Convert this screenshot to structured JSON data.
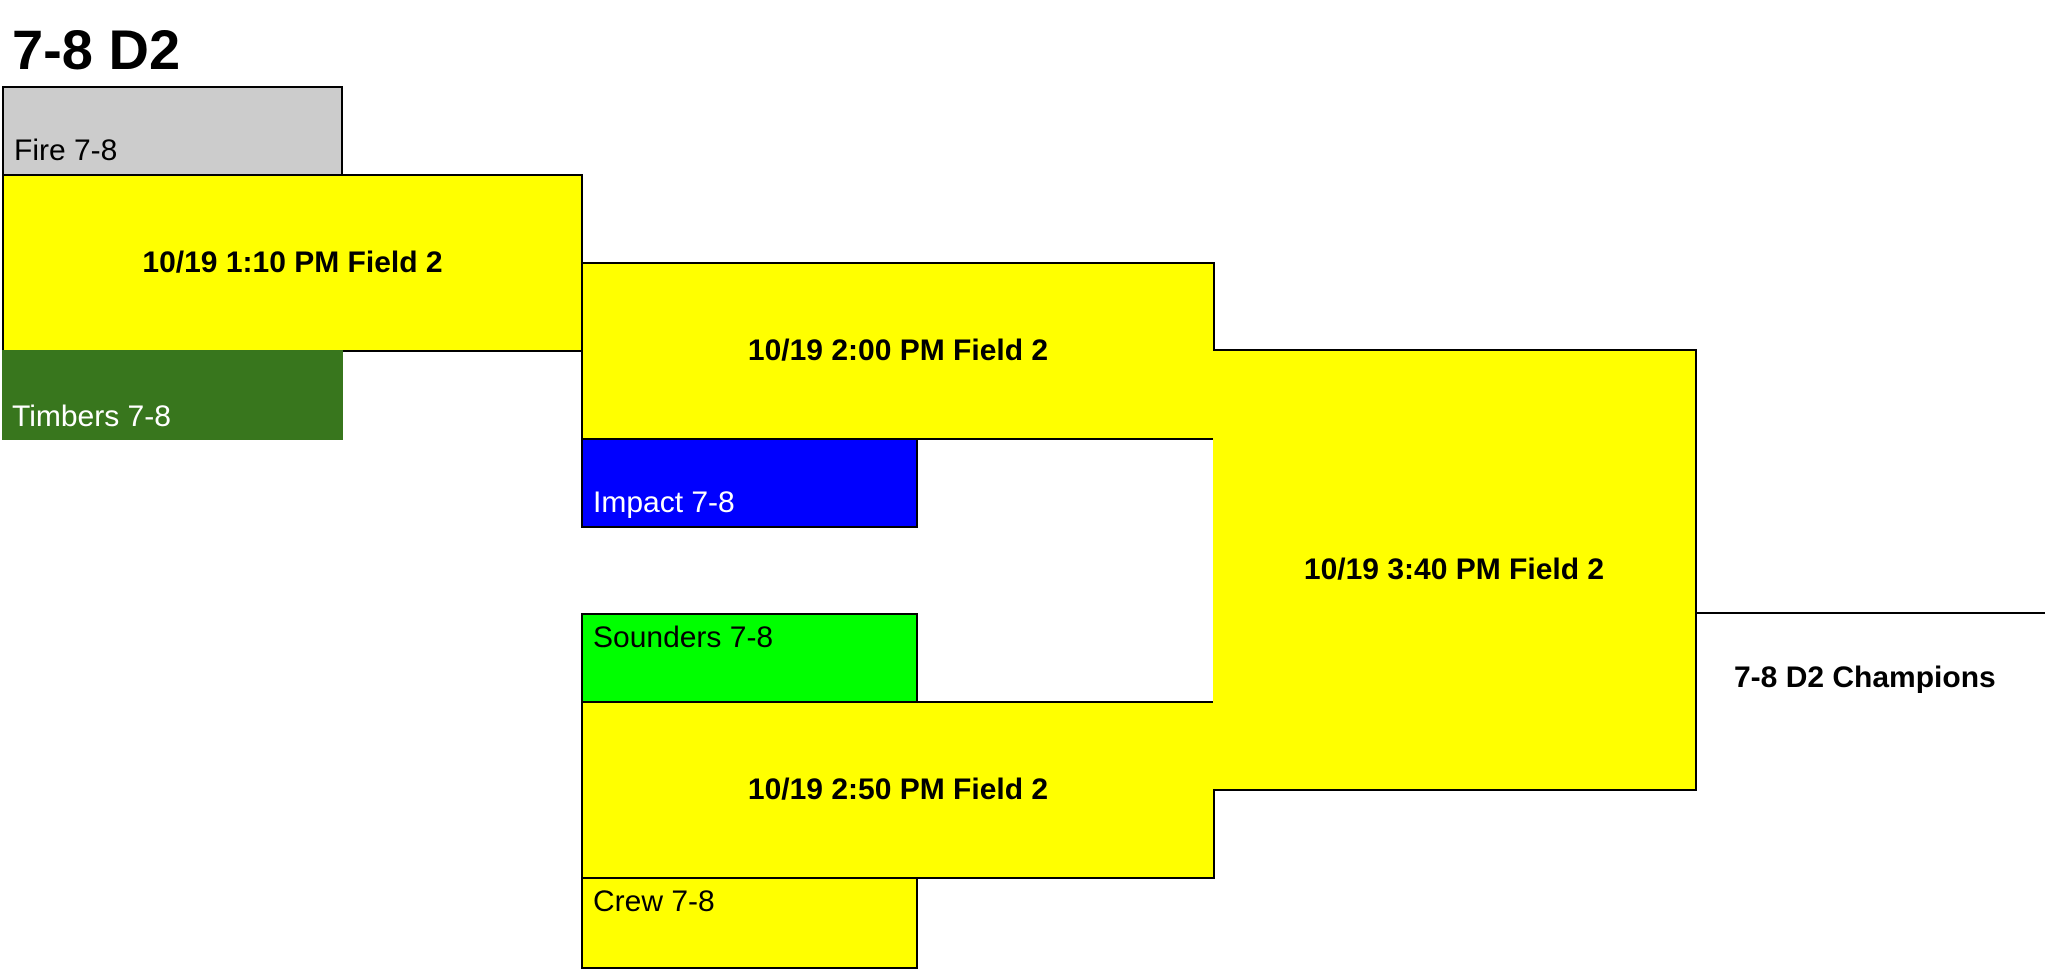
{
  "bracket": {
    "title": "7-8 D2",
    "teams": {
      "fire": {
        "label": "Fire 7-8",
        "color": "#cccccc",
        "text_color": "#000000"
      },
      "timbers": {
        "label": "Timbers 7-8",
        "color": "#38761d",
        "text_color": "#ffffff"
      },
      "impact": {
        "label": "Impact 7-8",
        "color": "#0000ff",
        "text_color": "#ffffff"
      },
      "sounders": {
        "label": "Sounders 7-8",
        "color": "#00ff00",
        "text_color": "#000000"
      },
      "crew": {
        "label": "Crew 7-8",
        "color": "#ffff00",
        "text_color": "#000000"
      }
    },
    "games": {
      "game1": "10/19 1:10 PM Field 2",
      "game2": "10/19 2:00 PM Field 2",
      "game3": "10/19 2:50 PM Field 2",
      "final": "10/19 3:40 PM Field 2"
    },
    "game_color": "#ffff00",
    "champions": "7-8 D2 Champions"
  }
}
